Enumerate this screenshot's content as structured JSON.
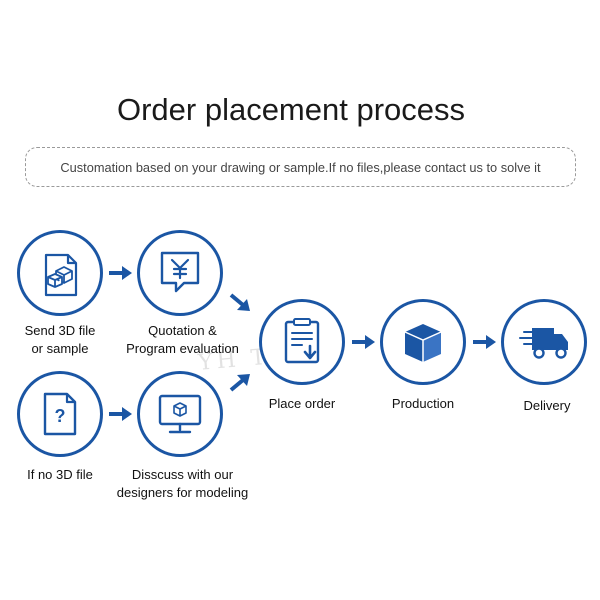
{
  "title": "Order placement process",
  "subtitle": "Customation based on your drawing or sample.If no files,please contact us to solve it",
  "watermark": "YH TECH",
  "colors": {
    "accent": "#1b56a4",
    "text": "#111111"
  },
  "steps": {
    "send_3d": {
      "line1": "Send 3D file",
      "line2": "or sample",
      "icon": "cubes-document-icon"
    },
    "quotation": {
      "line1": "Quotation &",
      "line2": "Program evaluation",
      "icon": "yen-chat-icon"
    },
    "no_3d": {
      "line1": "If no 3D file",
      "icon": "question-document-icon"
    },
    "discuss": {
      "line1": "Disscuss with our",
      "line2": "designers for modeling",
      "icon": "monitor-cube-icon"
    },
    "place_order": {
      "line1": "Place order",
      "icon": "clipboard-download-icon"
    },
    "production": {
      "line1": "Production",
      "icon": "box-icon"
    },
    "delivery": {
      "line1": "Delivery",
      "icon": "truck-icon"
    }
  }
}
